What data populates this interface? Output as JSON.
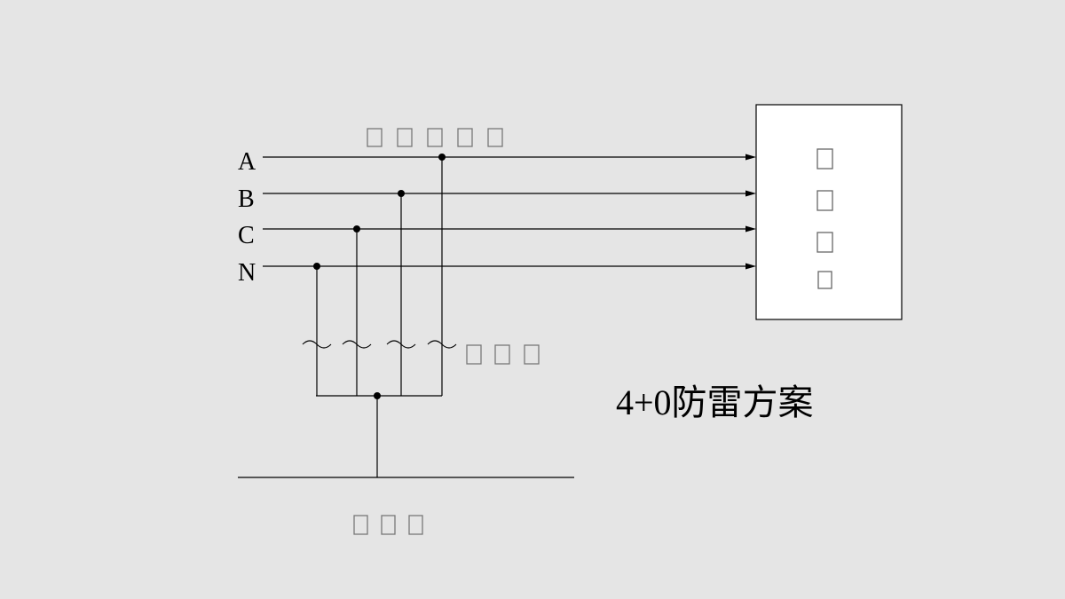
{
  "diagram": {
    "phase_labels": [
      "A",
      "B",
      "C",
      "N"
    ],
    "scheme_title": "4+0防雷方案",
    "placeholder_glyph": "□",
    "top_label_glyph_count": 5,
    "device_label_glyph_count": 4,
    "spd_label_glyph_count": 3,
    "ground_label_glyph_count": 3
  }
}
